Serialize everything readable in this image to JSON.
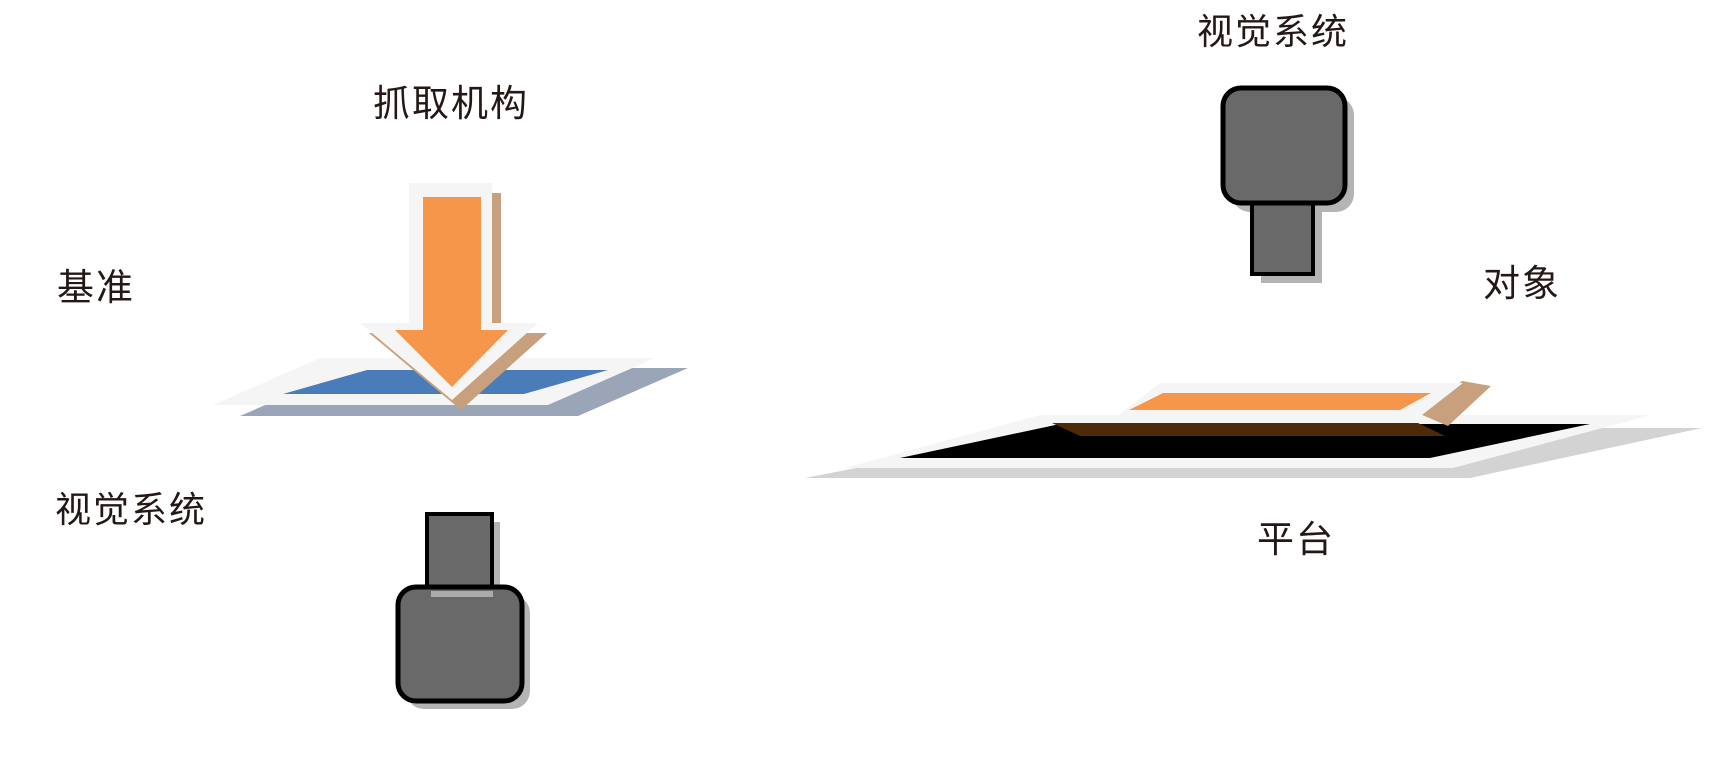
{
  "diagram": {
    "left": {
      "gripper_label": "抓取机构",
      "datum_label": "基准",
      "vision_label": "视觉系统"
    },
    "right": {
      "vision_label": "视觉系统",
      "object_label": "对象",
      "platform_label": "平台"
    },
    "colors": {
      "text": "#231815",
      "arrow_orange": "#F5964A",
      "plate_white": "#F5F5F5",
      "plate_blue": "#4A7CBA",
      "shadow_blue_gray": "#9AA6B7",
      "shadow_tan": "#C9A07E",
      "platform_black": "#000000",
      "object_orange": "#F5964A",
      "shadow_dark_brown": "#4E2A08",
      "shadow_gray": "#D3D3D3",
      "camera_gray": "#696969",
      "camera_outline": "#000000",
      "camera_shadow": "#B4B4B4",
      "camera_joint": "#ABABAB"
    }
  }
}
